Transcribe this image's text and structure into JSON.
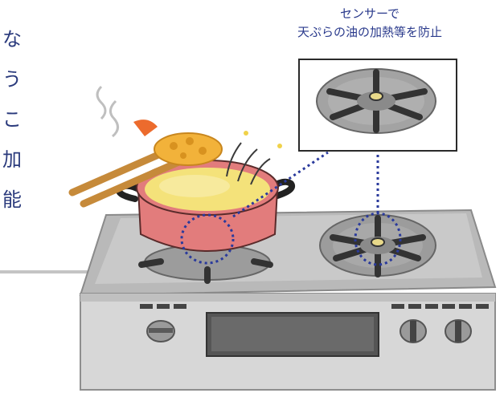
{
  "vertical_text": [
    "な",
    "う",
    "こ",
    "加",
    "能"
  ],
  "caption": {
    "line1": "センサーで",
    "line2": "天ぷらの油の加熱等を防止"
  },
  "colors": {
    "text_blue": "#2a3a8c",
    "sensor_dots": "#2a3a9c",
    "pot_red": "#e07a7a",
    "oil_yellow": "#f4e27a",
    "stove_gray": "#b8b8b8"
  },
  "icons": {
    "illustration": "stove-with-tempura-pot-illustration",
    "inset": "burner-zoom-inset"
  }
}
